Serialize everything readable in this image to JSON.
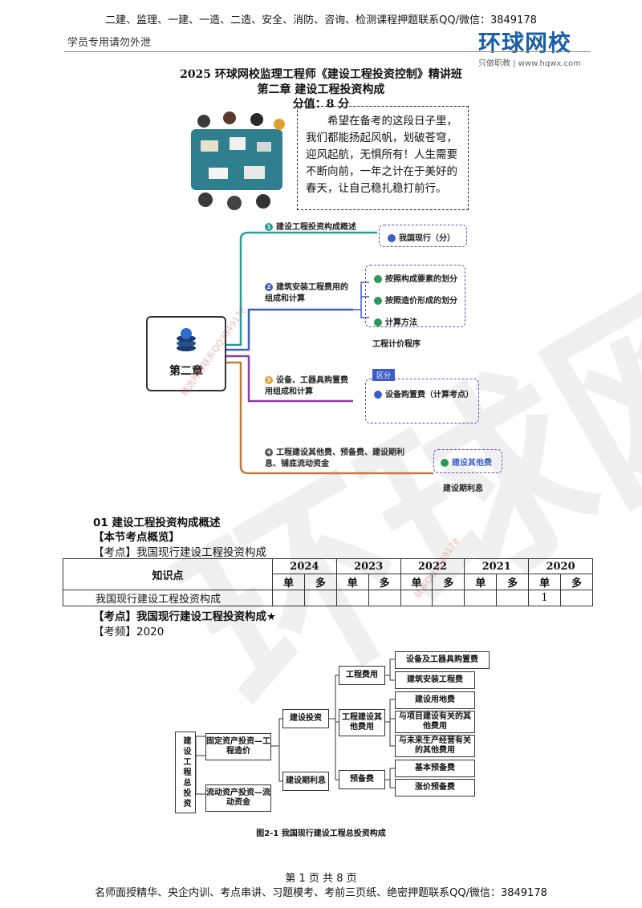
{
  "header": {
    "top_banner": "二建、监理、一建、一造、二造、安全、消防、咨询、检测课程押题联系QQ/微信：3849178",
    "left_note": "学员专用请勿外泄",
    "logo_text": "环球网校",
    "logo_sub": "只做职教 | www.hqwx.com"
  },
  "titles": {
    "course": "2025 环球网校监理工程师《建设工程投资控制》精讲班",
    "chapter": "第二章 建设工程投资构成",
    "score": "分值：8 分"
  },
  "quote": "希望在备考的这段日子里，我们都能扬起风帆，划破苍穹，迎风起航，无惧所有！人生需要不断向前，一年之计在于美好的春天，让自己稳扎稳打前行。",
  "mindmap": {
    "root": "第二章",
    "branches": [
      {
        "num": "1",
        "label": "建设工程投资构成概述",
        "color": "#2a9a9a",
        "children": [
          "我国现行（分）"
        ]
      },
      {
        "num": "2",
        "label": "建筑安装工程费用的组成和计算",
        "color": "#3b5ec9",
        "children": [
          "按照构成要素的划分",
          "按照造价形成的划分",
          "计算方法"
        ],
        "extra": "工程计价程序"
      },
      {
        "num": "3",
        "label": "设备、工器具购置费用组成和计算",
        "color": "#8a3fa8",
        "tag": "区分",
        "children": [
          "设备购置费（计算考点）"
        ]
      },
      {
        "num": "4",
        "label": "工程建设其他费、预备费、建设期利息、铺底流动资金",
        "color": "#c07a3a",
        "children": [
          "建设其他费"
        ],
        "extra": "建设期利息"
      }
    ]
  },
  "section": {
    "heading": "01 建设工程投资构成概述",
    "overview": "【本节考点概览】",
    "point": "【考点】我国现行建设工程投资构成"
  },
  "table": {
    "col_header": "知识点",
    "years": [
      "2024",
      "2023",
      "2022",
      "2021",
      "2020"
    ],
    "sub": [
      "单",
      "多"
    ],
    "rows": [
      {
        "name": "我国现行建设工程投资构成",
        "cells": [
          "",
          "",
          "",
          "",
          "",
          "",
          "",
          "",
          "1",
          ""
        ]
      }
    ]
  },
  "kp2": {
    "heading": "【考点】我国现行建设工程投资构成★",
    "freq": "【考频】2020"
  },
  "org": {
    "root": "建设工程总投资",
    "l1": [
      "固定资产投资—工程造价",
      "流动资产投资—流动资金"
    ],
    "l2": [
      "建设投资",
      "建设期利息"
    ],
    "l3": [
      "工程费用",
      "工程建设其他费用",
      "预备费"
    ],
    "l4": [
      "设备及工器具购置费",
      "建筑安装工程费",
      "建设用地费",
      "与项目建设有关的其他费用",
      "与未来生产经营有关的其他费用",
      "基本预备费",
      "涨价预备费"
    ],
    "caption": "图2-1  我国现行建设工程总投资构成"
  },
  "footer": {
    "page": "第 1 页 共 8 页",
    "promo": "名师面授精华、央企内训、考点串讲、习题模考、考前三页纸、绝密押题联系QQ/微信：3849178"
  }
}
